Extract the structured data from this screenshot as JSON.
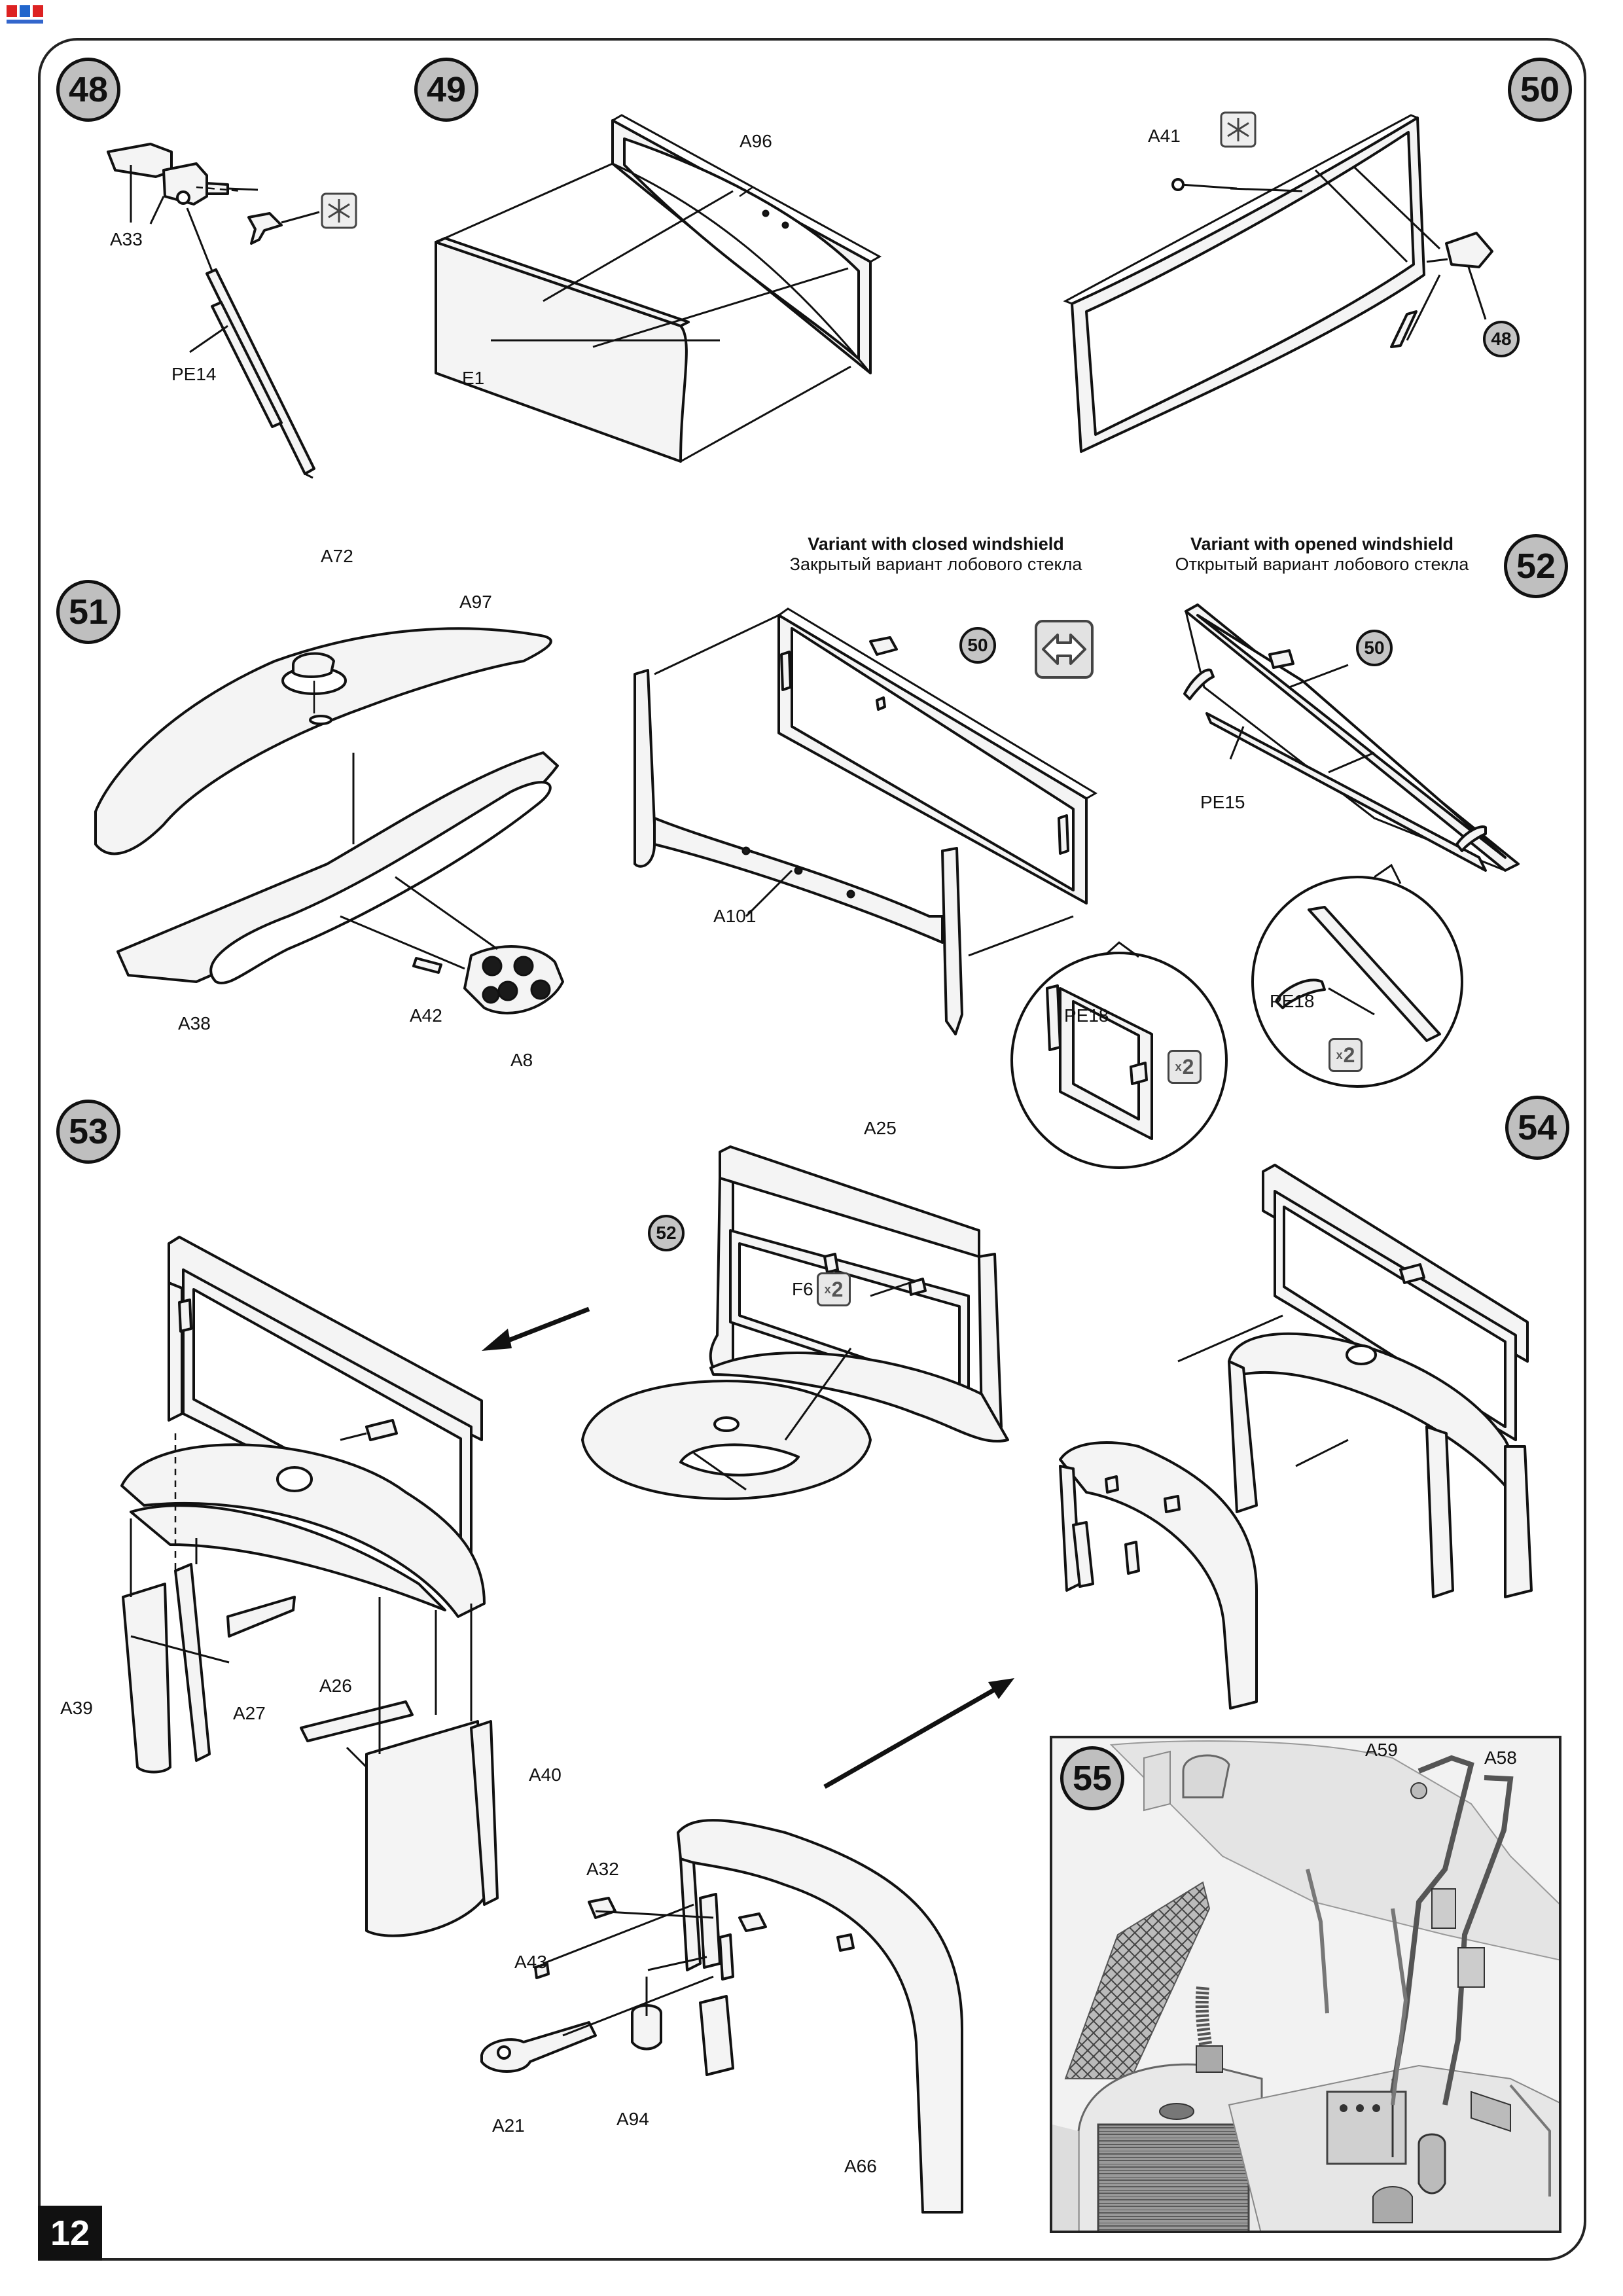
{
  "page": {
    "number": "12"
  },
  "steps": [
    {
      "id": "48",
      "label": "48"
    },
    {
      "id": "49",
      "label": "49"
    },
    {
      "id": "50",
      "label": "50"
    },
    {
      "id": "51",
      "label": "51"
    },
    {
      "id": "52",
      "label": "52"
    },
    {
      "id": "53",
      "label": "53"
    },
    {
      "id": "54",
      "label": "54"
    },
    {
      "id": "55",
      "label": "55"
    }
  ],
  "refs": {
    "s50_ref48": "48",
    "s52_closed_ref50": "50",
    "s52_opened_ref50": "50",
    "s53_ref52": "52"
  },
  "parts": {
    "A33": "A33",
    "PE14": "PE14",
    "A96": "A96",
    "E1": "E1",
    "A41": "A41",
    "A72": "A72",
    "A97": "A97",
    "A38": "A38",
    "A42": "A42",
    "A8": "A8",
    "A101": "A101",
    "PE18_closed": "PE18",
    "PE15": "PE15",
    "PE18_opened": "PE18",
    "A25": "A25",
    "F6": "F6",
    "A39": "A39",
    "A27": "A27",
    "A26": "A26",
    "A40": "A40",
    "A32": "A32",
    "A43": "A43",
    "A21": "A21",
    "A94": "A94",
    "A66": "A66",
    "A59": "A59",
    "A58": "A58"
  },
  "captions": {
    "closed_en": "Variant with closed windshield",
    "closed_ru": "Закрытый вариант лобового стекла",
    "opened_en": "Variant with opened windshield",
    "opened_ru": "Открытый вариант лобового стекла"
  },
  "multipliers": {
    "pe18_closed": {
      "prefix": "x",
      "count": "2"
    },
    "pe18_opened": {
      "prefix": "x",
      "count": "2"
    },
    "f6": {
      "prefix": "x",
      "count": "2"
    }
  },
  "icons": {
    "remove_sprue": "sprue-cut-icon",
    "remove_sprue_2": "sprue-cut-icon",
    "choose_variant": "alternative-variant-icon"
  }
}
